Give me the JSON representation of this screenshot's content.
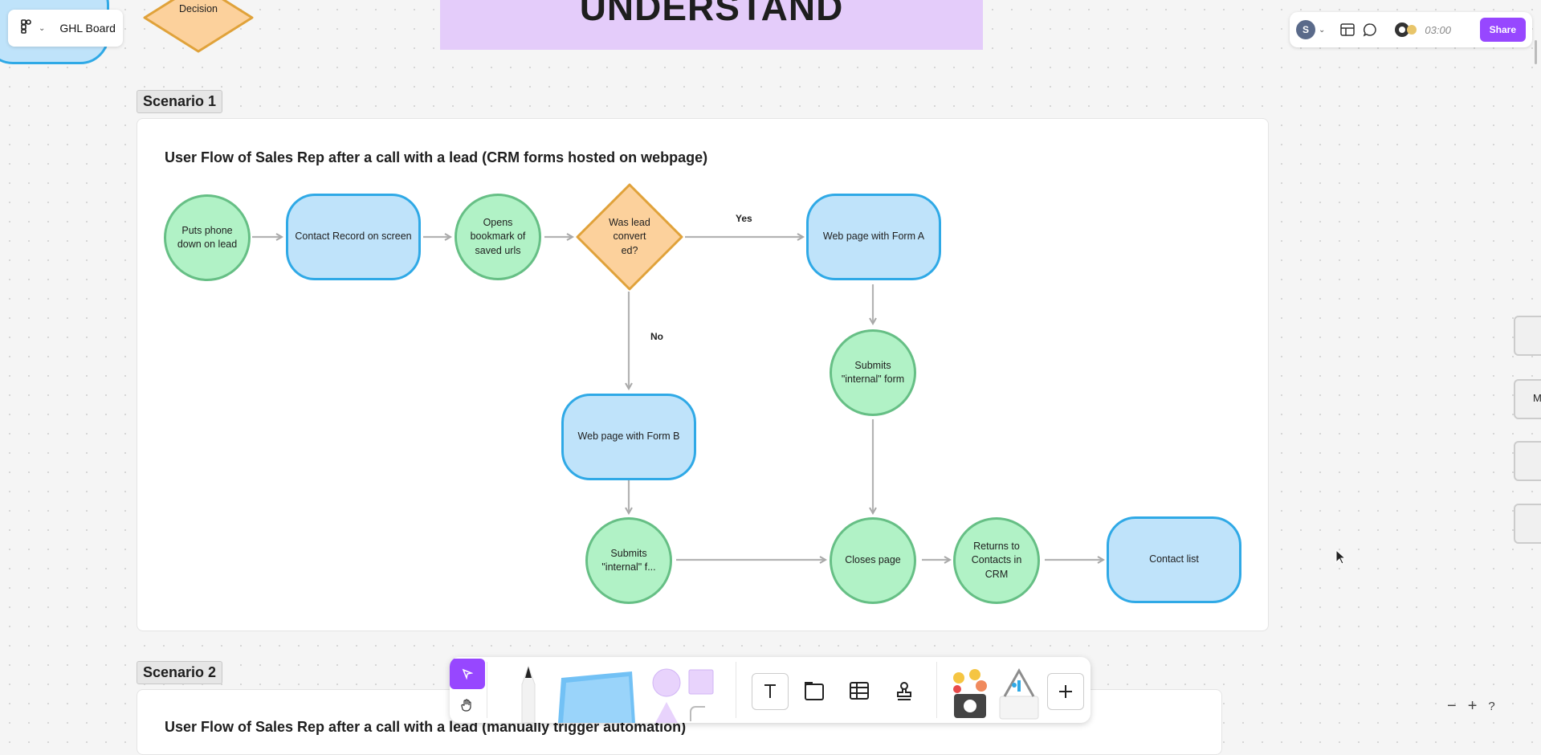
{
  "file": {
    "name": "GHL Board",
    "logo_icon": "figjam-logo-icon"
  },
  "top_right": {
    "avatar_initial": "S",
    "timer": "03:00",
    "share_label": "Share"
  },
  "banner": {
    "text": "UNDERSTAND"
  },
  "top_decision": {
    "label": "Decision"
  },
  "scenario1": {
    "tag": "Scenario 1",
    "title": "User Flow of Sales Rep after a call with a lead (CRM forms hosted on webpage)",
    "nodes": {
      "puts_phone": "Puts phone down on lead",
      "contact_record": "Contact Record on screen",
      "opens_bookmark": "Opens bookmark of saved urls",
      "was_lead": "Was lead convert ed?",
      "form_a": "Web page with Form A",
      "submits_a": "Submits \"internal\" form",
      "form_b": "Web page with Form B",
      "submits_b": "Submits \"internal\" f...",
      "closes_page": "Closes page",
      "returns": "Returns to Contacts in CRM",
      "contact_list": "Contact list"
    },
    "edge_labels": {
      "yes": "Yes",
      "no": "No"
    }
  },
  "scenario2": {
    "tag": "Scenario 2",
    "title": "User Flow of Sales Rep after a call with a lead (manually trigger automation)"
  },
  "right_tabs": {
    "m_label": "M"
  },
  "zoom": {
    "minus": "−",
    "plus": "+",
    "help": "?"
  },
  "colors": {
    "accent": "#9747ff",
    "green_fill": "#b1f2c6",
    "green_stroke": "#66bf85",
    "blue_fill": "#bfe3fa",
    "blue_stroke": "#2fa9e6",
    "orange_fill": "#fcd19c",
    "orange_stroke": "#e0a23a",
    "banner": "#e4ccfa"
  }
}
